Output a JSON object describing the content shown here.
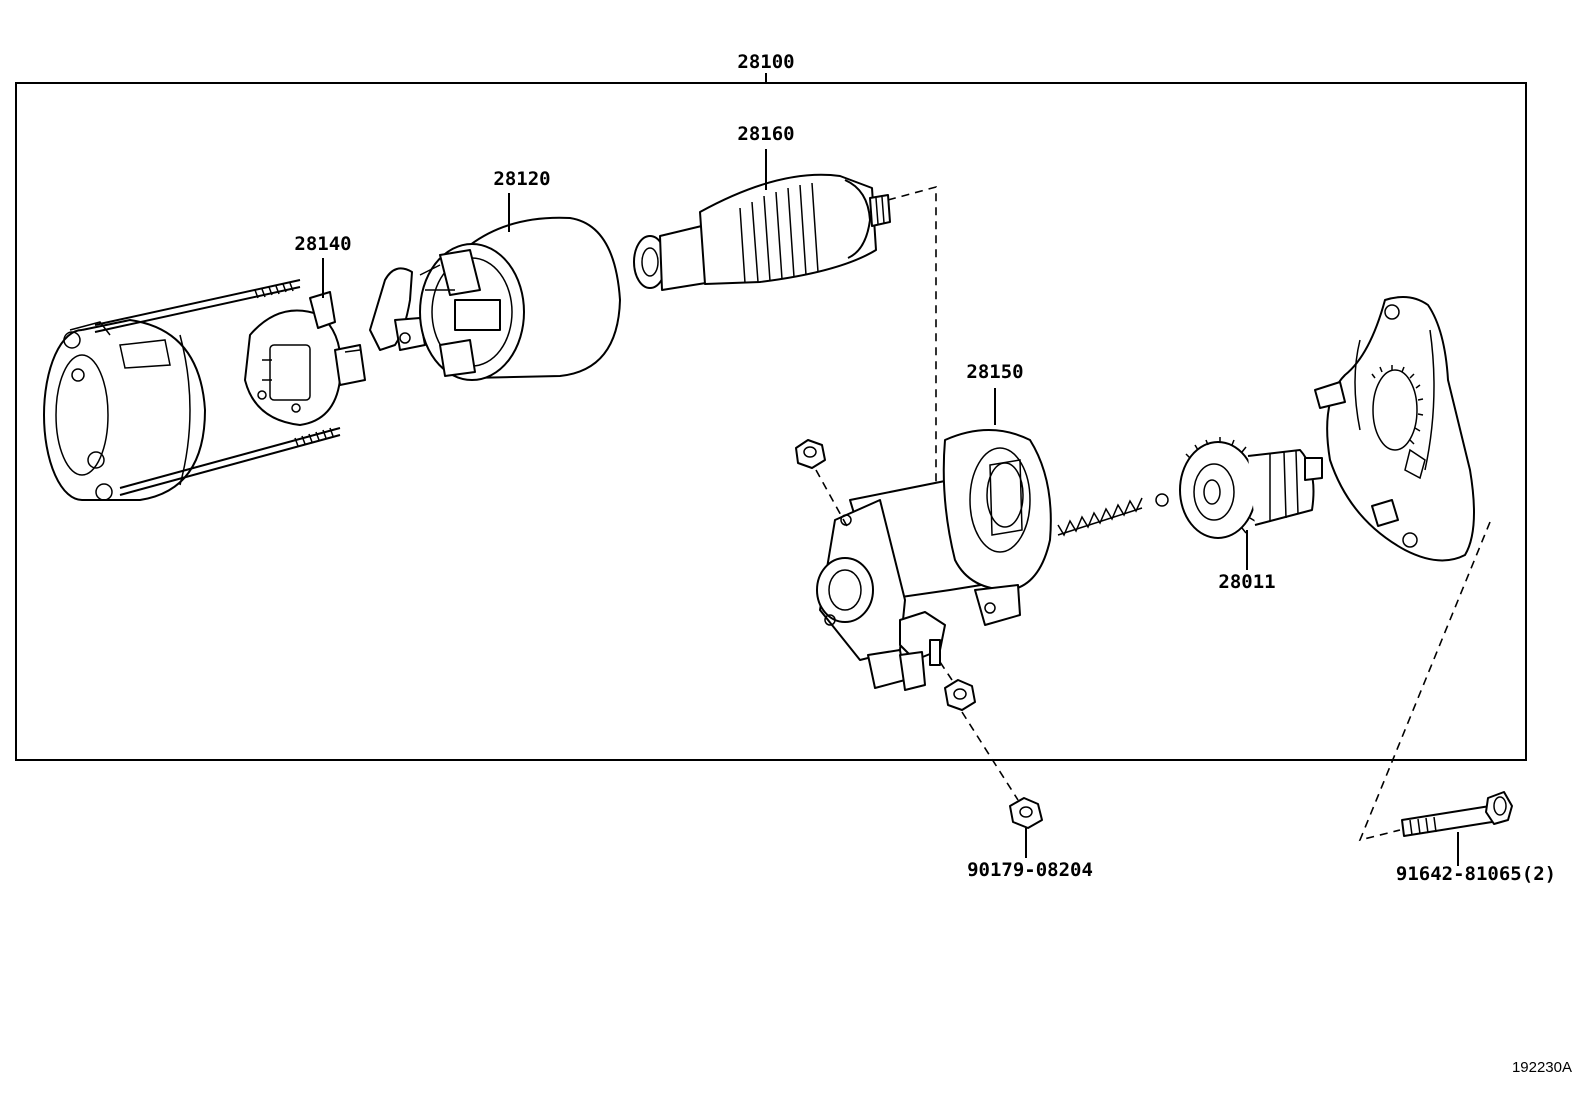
{
  "labels": {
    "assembly": "28100",
    "armature": "28160",
    "yoke": "28120",
    "brush_holder": "28140",
    "housing": "28150",
    "clutch": "28011",
    "nut": "90179-08204",
    "bolt": "91642-81065(2)"
  },
  "figure_code": "192230A"
}
